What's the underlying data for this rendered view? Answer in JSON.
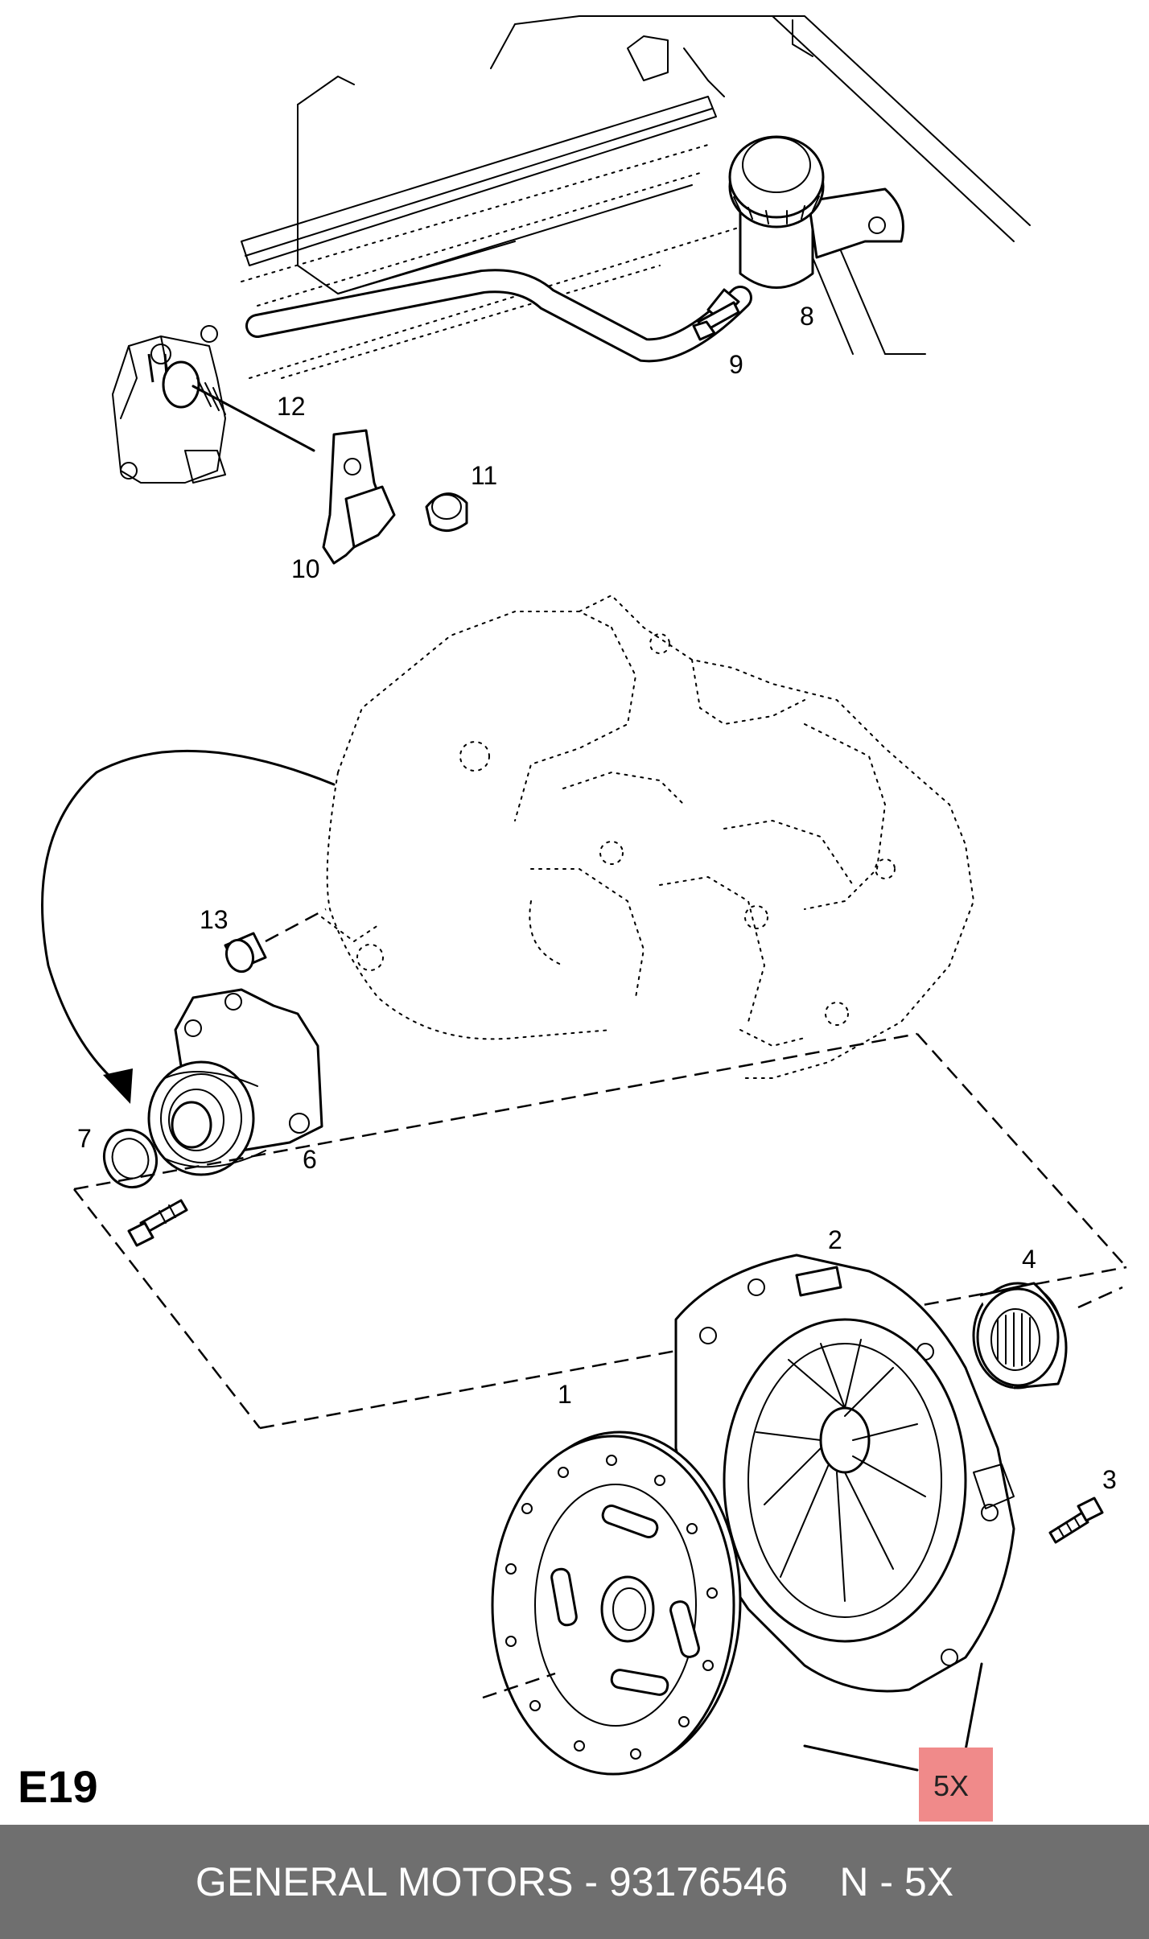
{
  "diagram": {
    "section_code": "E19",
    "part_labels": {
      "p1": "1",
      "p2": "2",
      "p3": "3",
      "p4": "4",
      "p6": "6",
      "p7": "7",
      "p8": "8",
      "p9": "9",
      "p10": "10",
      "p11": "11",
      "p12": "12",
      "p13": "13"
    },
    "highlight": {
      "text": "5X",
      "color": "#f08a8a"
    }
  },
  "footer": {
    "brand": "GENERAL MOTORS - 93176546",
    "code": "N - 5X",
    "background": "#6f6f6f"
  }
}
